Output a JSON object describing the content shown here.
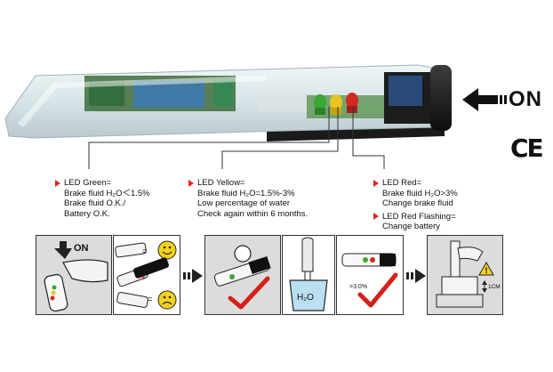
{
  "header": {
    "on_label": "ON",
    "ce_mark": "CE"
  },
  "leds": {
    "green": {
      "color": "#3aa635",
      "title": "LED Green=",
      "lines": [
        "Brake fluid H₂O＜1.5%",
        "Brake fluid O.K./",
        "Battery O.K."
      ]
    },
    "yellow": {
      "color": "#e8c520",
      "title": "LED Yellow=",
      "lines": [
        "Brake fluid H₂O=1.5%-3%",
        "Low percentage of water",
        "Check again within 6 months."
      ]
    },
    "red": {
      "color": "#d22a20",
      "title": "LED Red=",
      "lines": [
        "Brake fluid H₂O>3%",
        "Change brake fluid"
      ]
    },
    "red_flashing": {
      "title": "LED Red Flashing=",
      "lines": [
        "Change battery"
      ]
    }
  },
  "steps": {
    "step1": {
      "on_label": "ON"
    },
    "step4": {
      "water_label": "H₂O"
    },
    "step5": {
      "percent_label": ">3.0%"
    },
    "step6": {
      "distance_label": "1CM"
    }
  },
  "colors": {
    "accent_red": "#e1261c",
    "check_red": "#d6201a",
    "smiley_yellow": "#f4d21d"
  }
}
